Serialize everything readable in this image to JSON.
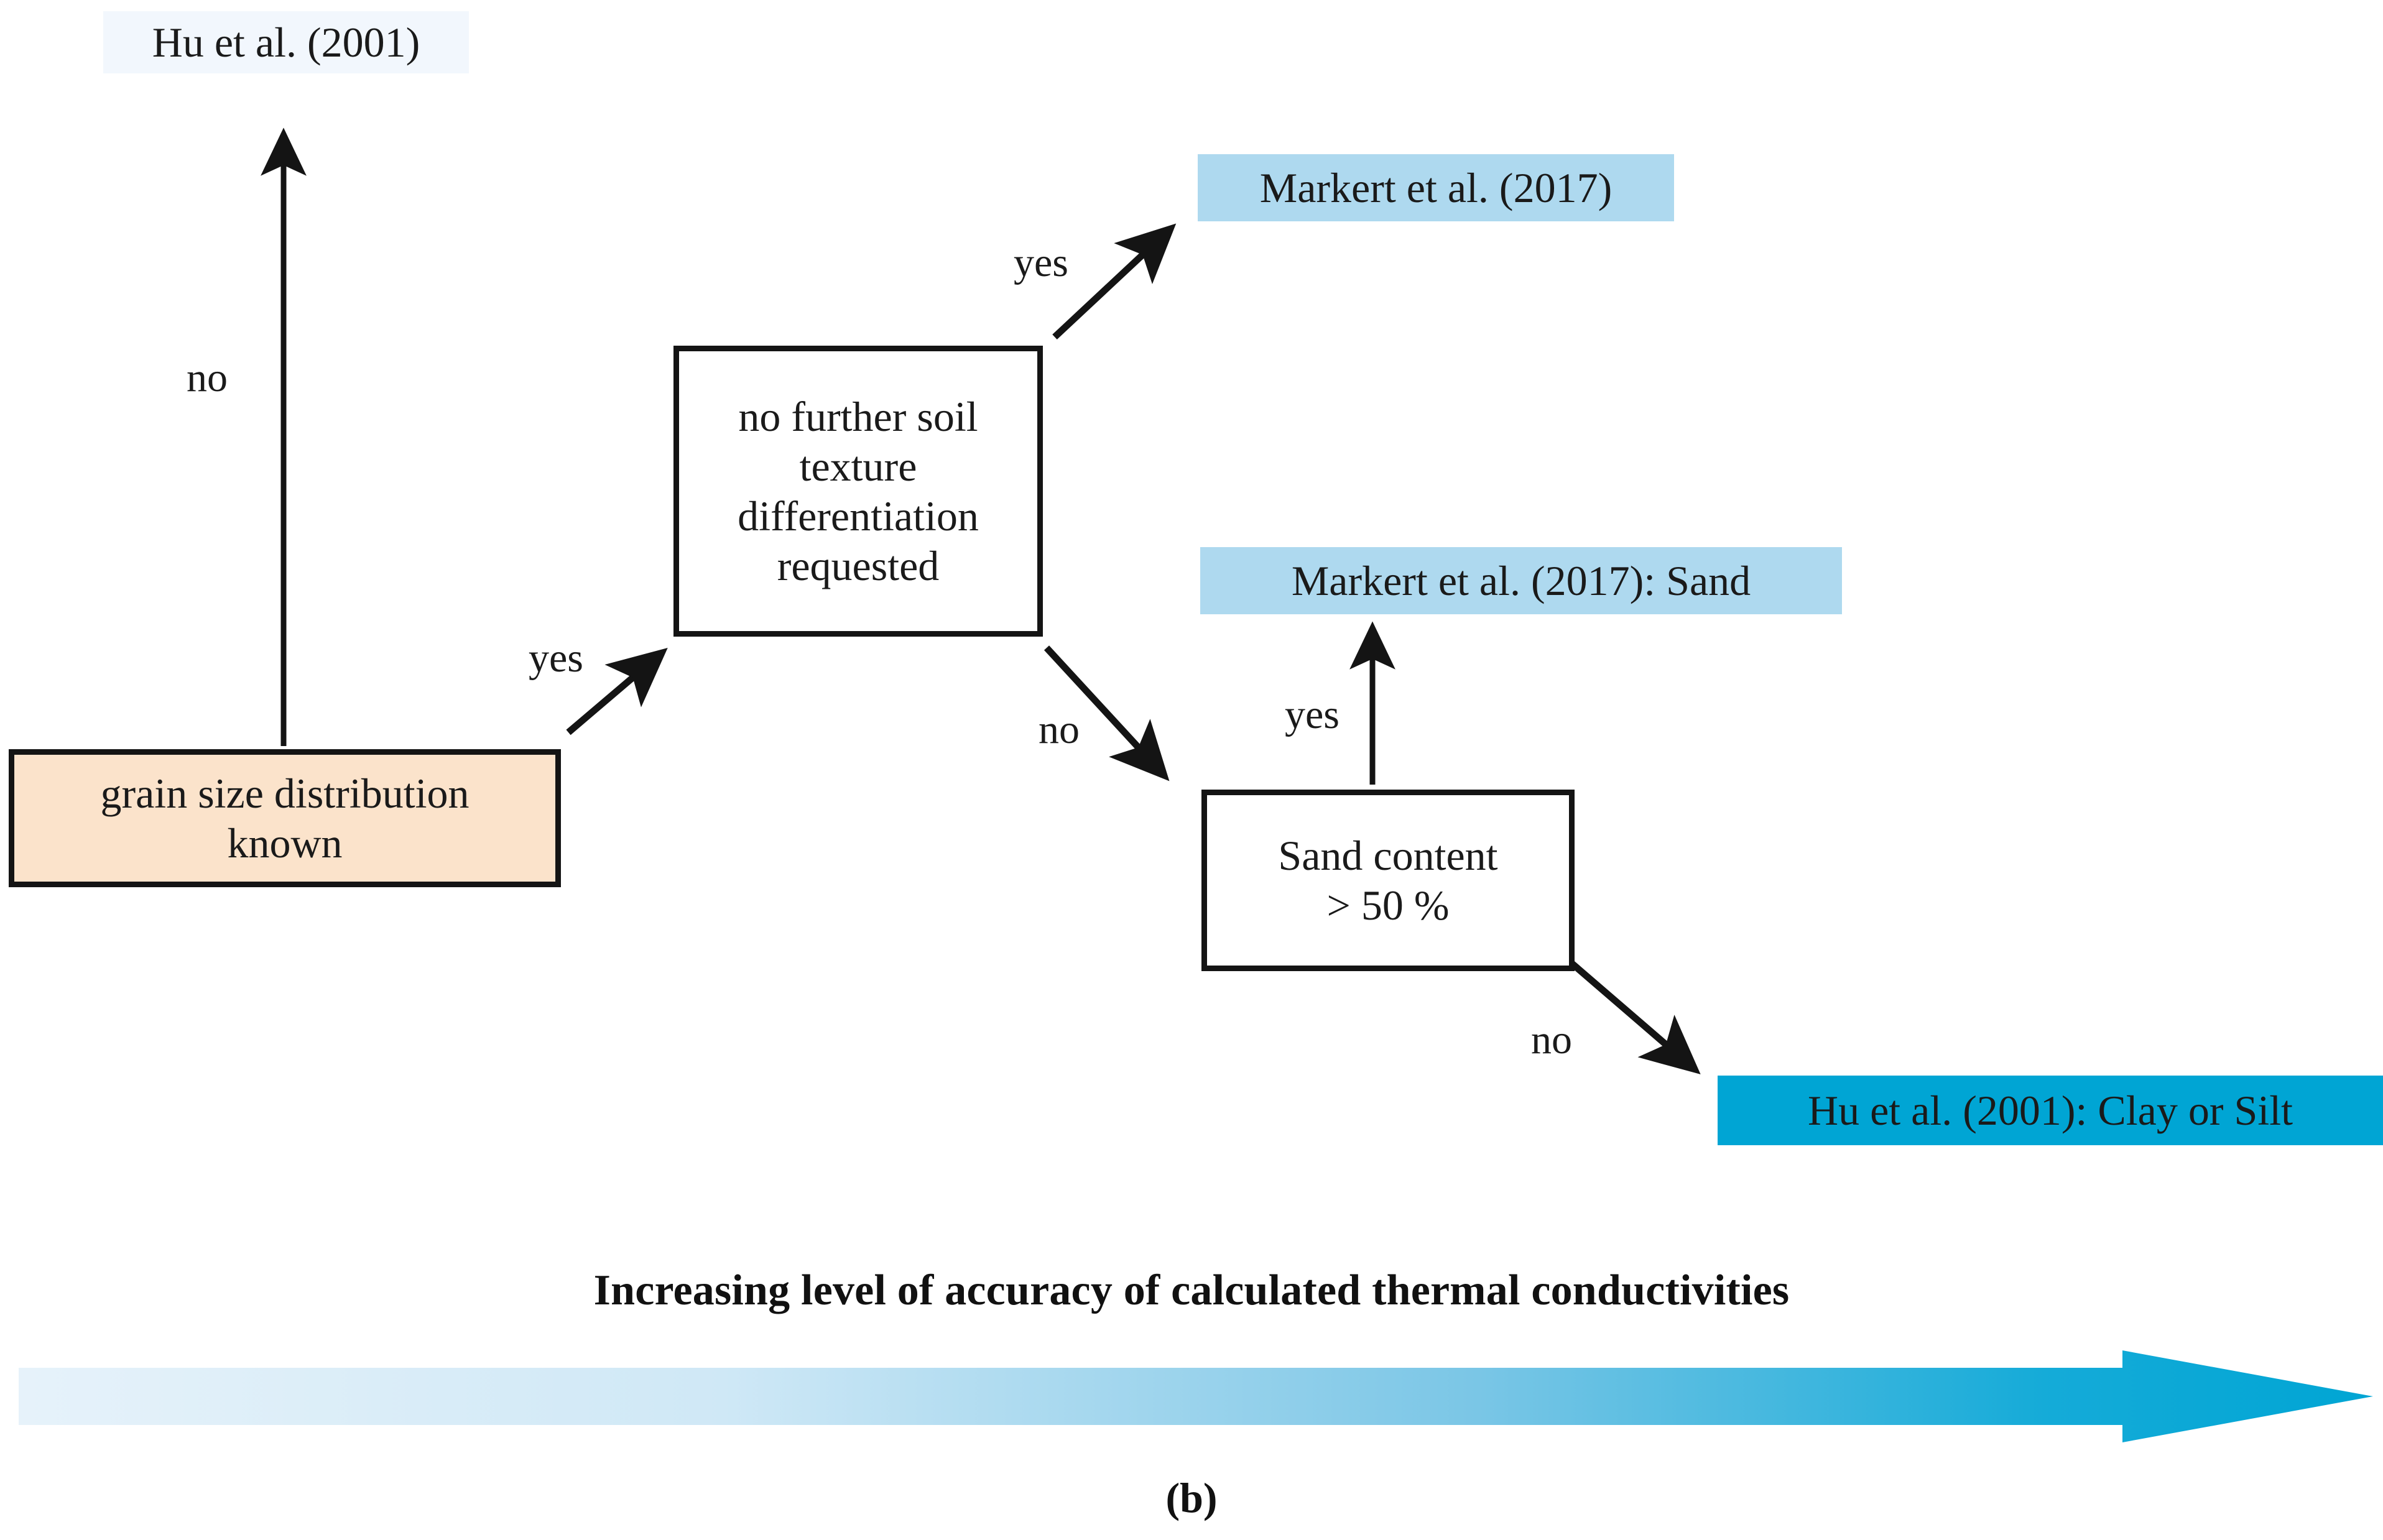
{
  "figure": {
    "label": "(b)",
    "accuracy_caption": "Increasing level of accuracy of calculated thermal conductivities",
    "colors": {
      "result_lightest": "#f2f7fd",
      "result_light_blue": "#aed9ef",
      "result_strong_blue": "#00a5d4",
      "start_node_peach": "#fbe3cb",
      "box_border": "#141414",
      "arrow_gradient_start": "#e3f1fa",
      "arrow_gradient_end": "#00a5d4"
    }
  },
  "nodes": {
    "start": {
      "id": "grain-size-distribution-known",
      "label": "grain size distribution\nknown",
      "type": "start"
    },
    "decision_texture": {
      "id": "no-further-soil-texture-differentiation-requested",
      "label": "no further soil\ntexture\ndifferentiation\nrequested",
      "type": "decision"
    },
    "decision_sand": {
      "id": "sand-content-gt-50",
      "label": "Sand content\n> 50 %",
      "type": "decision"
    },
    "result_hu2001": {
      "id": "hu-2001",
      "label": "Hu et al. (2001)",
      "type": "result"
    },
    "result_markert2017": {
      "id": "markert-2017",
      "label": "Markert et al. (2017)",
      "type": "result"
    },
    "result_markert_sand": {
      "id": "markert-2017-sand",
      "label": "Markert et al. (2017): Sand",
      "type": "result"
    },
    "result_hu_clay_silt": {
      "id": "hu-2001-clay-or-silt",
      "label": "Hu et al. (2001): Clay or Silt",
      "type": "result"
    }
  },
  "edges": [
    {
      "id": "start-to-hu2001",
      "from": "start",
      "to": "result_hu2001",
      "label": "no"
    },
    {
      "id": "start-to-decision-texture",
      "from": "start",
      "to": "decision_texture",
      "label": "yes"
    },
    {
      "id": "texture-to-markert2017",
      "from": "decision_texture",
      "to": "result_markert2017",
      "label": "yes"
    },
    {
      "id": "texture-to-decision-sand",
      "from": "decision_texture",
      "to": "decision_sand",
      "label": "no"
    },
    {
      "id": "sand-to-markert-sand",
      "from": "decision_sand",
      "to": "result_markert_sand",
      "label": "yes"
    },
    {
      "id": "sand-to-hu-clay-silt",
      "from": "decision_sand",
      "to": "result_hu_clay_silt",
      "label": "no"
    }
  ]
}
